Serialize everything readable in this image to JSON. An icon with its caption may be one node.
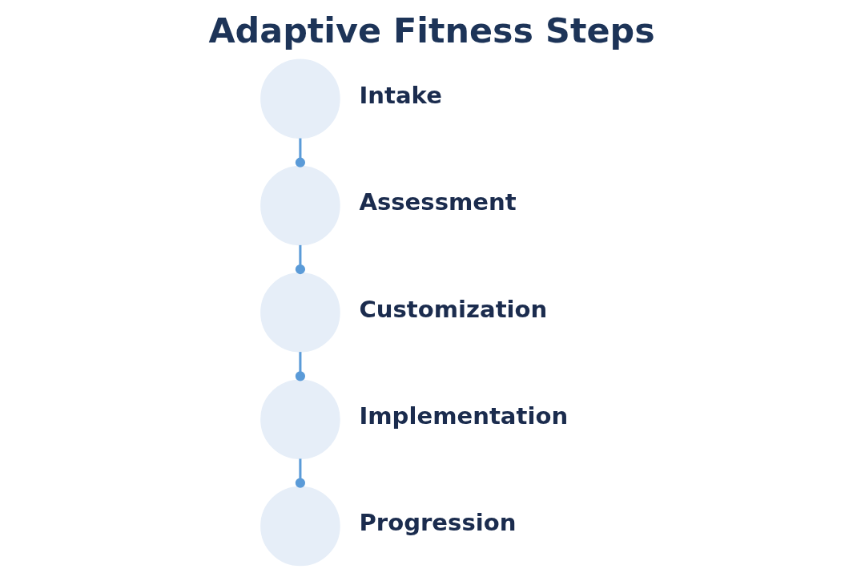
{
  "diagram": {
    "title": "Adaptive Fitness Steps",
    "nodes": [
      {
        "text": [],
        "shape": "circle",
        "beside": [
          "Intake"
        ]
      },
      {
        "text": [],
        "shape": "circle",
        "beside": [
          "Assessment"
        ]
      },
      {
        "text": [],
        "shape": "circle",
        "beside": [
          "Customization"
        ]
      },
      {
        "text": [],
        "shape": "circle",
        "beside": [
          "Implementation"
        ]
      },
      {
        "text": [],
        "shape": "circle",
        "beside": [
          "Progression"
        ]
      }
    ],
    "edges": [
      {
        "from": 0,
        "to": 1,
        "arrow": "other"
      },
      {
        "from": 1,
        "to": 2,
        "arrow": "other"
      },
      {
        "from": 2,
        "to": 3,
        "arrow": "other"
      },
      {
        "from": 3,
        "to": 4,
        "arrow": "other"
      }
    ]
  }
}
